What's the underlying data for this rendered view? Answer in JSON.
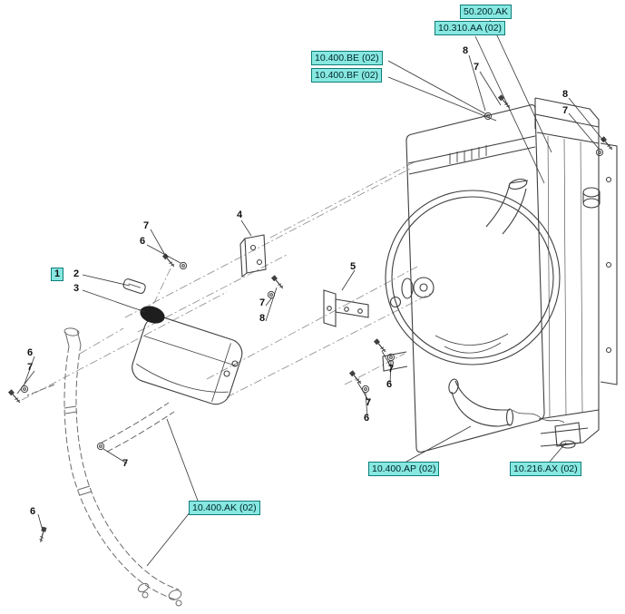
{
  "page": {
    "bg": "#ffffff"
  },
  "colors": {
    "label_bg": "#87e8e1",
    "label_border": "#0e7d77",
    "label_text": "#00262c",
    "callout_text": "#101010",
    "line": "#3f3f3f"
  },
  "diagram": {
    "kind": "exploded-parts-diagram",
    "subject": "radiator, fan shroud and coolant reservoir assembly"
  },
  "refs": {
    "r50_200_ak": "50.200.AK",
    "r10_310_aa": "10.310.AA (02)",
    "r10_400_be": "10.400.BE (02)",
    "r10_400_bf": "10.400.BF (02)",
    "r10_400_ap": "10.400.AP (02)",
    "r10_216_ax": "10.216.AX (02)",
    "r10_400_ak": "10.400.AK (02)"
  },
  "callouts": {
    "c01": "8",
    "c02": "7",
    "c03": "8",
    "c04": "7",
    "c05": "7",
    "c06": "6",
    "c07": "4",
    "c08": "1",
    "c09": "2",
    "c10": "3",
    "c11": "5",
    "c12": "7",
    "c13": "8",
    "c14": "6",
    "c15": "7",
    "c16": "7",
    "c17": "6",
    "c18": "7",
    "c19": "6",
    "c20": "7",
    "c21": "6"
  }
}
